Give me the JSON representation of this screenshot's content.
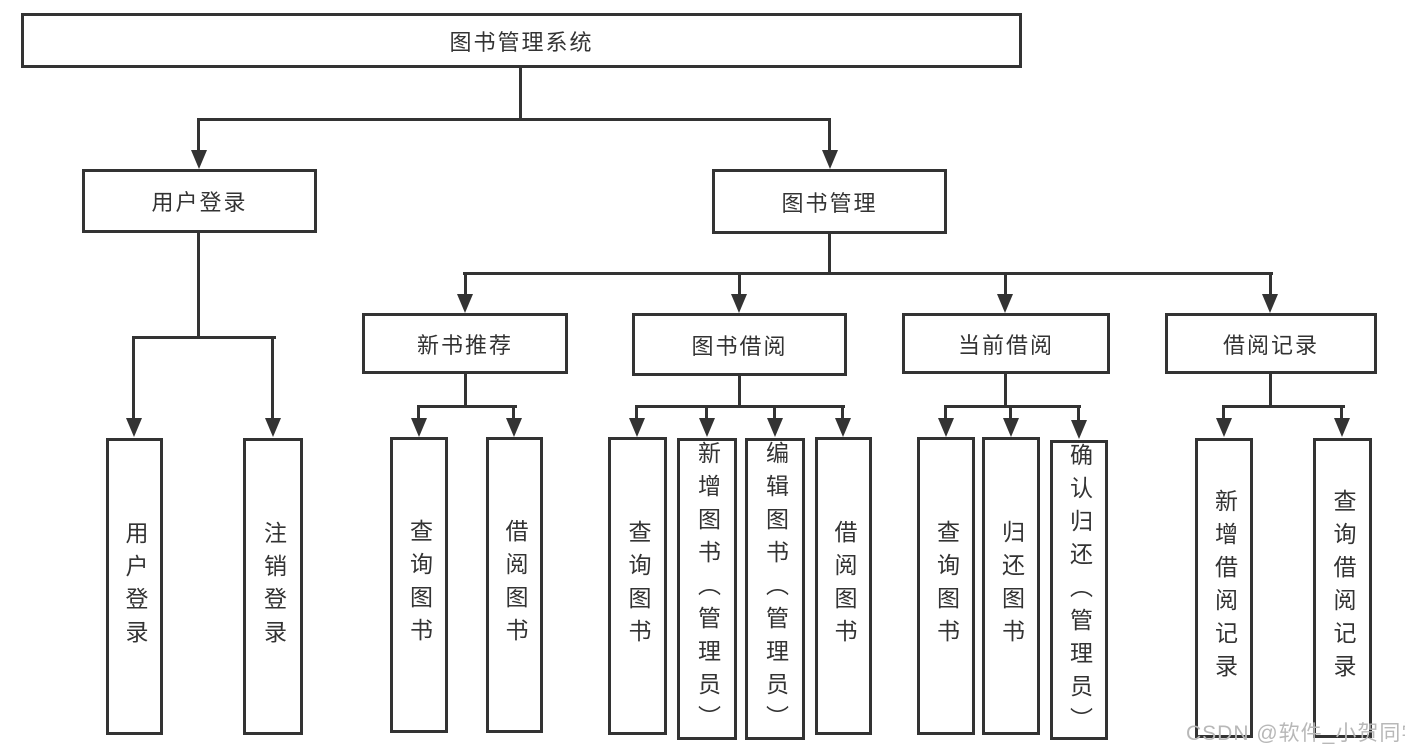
{
  "title": "图书管理系统",
  "watermark": "CSDN @软件_小贺同学",
  "colors": {
    "line": "#333333",
    "box_border": "#333333",
    "text": "#333333",
    "watermark": "#b8b8b8",
    "background": "#ffffff"
  },
  "nodes": {
    "root": {
      "label": "图书管理系统"
    },
    "user_login": {
      "label": "用户登录"
    },
    "book_mgmt": {
      "label": "图书管理"
    },
    "new_book_rec": {
      "label": "新书推荐"
    },
    "book_borrow": {
      "label": "图书借阅"
    },
    "current_borrow": {
      "label": "当前借阅"
    },
    "borrow_records": {
      "label": "借阅记录"
    },
    "u1": {
      "label": "用户登录"
    },
    "u2": {
      "label": "注销登录"
    },
    "n1": {
      "label": "查询图书"
    },
    "n2": {
      "label": "借阅图书"
    },
    "b1": {
      "label": "查询图书"
    },
    "b2": {
      "label": "新增图书（管理员）"
    },
    "b3": {
      "label": "编辑图书（管理员）"
    },
    "b4": {
      "label": "借阅图书"
    },
    "c1": {
      "label": "查询图书"
    },
    "c2": {
      "label": "归还图书"
    },
    "c3": {
      "label": "确认归还（管理员）"
    },
    "r1": {
      "label": "新增借阅记录"
    },
    "r2": {
      "label": "查询借阅记录"
    }
  },
  "hierarchy": {
    "label": "图书管理系统",
    "children": [
      {
        "label": "用户登录",
        "children": [
          "用户登录",
          "注销登录"
        ]
      },
      {
        "label": "图书管理",
        "children": [
          {
            "label": "新书推荐",
            "children": [
              "查询图书",
              "借阅图书"
            ]
          },
          {
            "label": "图书借阅",
            "children": [
              "查询图书",
              "新增图书（管理员）",
              "编辑图书（管理员）",
              "借阅图书"
            ]
          },
          {
            "label": "当前借阅",
            "children": [
              "查询图书",
              "归还图书",
              "确认归还（管理员）"
            ]
          },
          {
            "label": "借阅记录",
            "children": [
              "新增借阅记录",
              "查询借阅记录"
            ]
          }
        ]
      }
    ]
  }
}
